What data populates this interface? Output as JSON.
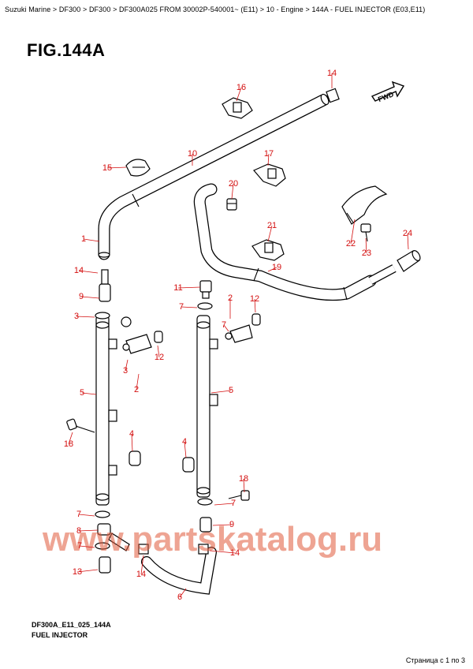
{
  "breadcrumb": "Suzuki Marine > DF300 > DF300 > DF300A025 FROM 30002P-540001~ (E11) > 10 - Engine > 144A - FUEL INJECTOR (E03,E11)",
  "figure_title": "FIG.144A",
  "fwd_label": "FWD",
  "figure_code": "DF300A_E11_025_144A",
  "figure_subtitle": "FUEL INJECTOR",
  "watermark": "www.partskatalog.ru",
  "pager": "Страница с 1 по 3",
  "colors": {
    "callout": "#d41010",
    "watermark": "#e05a3a",
    "line": "#000000"
  },
  "callouts": [
    "14",
    "16",
    "10",
    "15",
    "17",
    "20",
    "1",
    "21",
    "22",
    "23",
    "24",
    "19",
    "14",
    "11",
    "9",
    "7",
    "2",
    "12",
    "3",
    "7",
    "3",
    "12",
    "2",
    "5",
    "5",
    "18",
    "4",
    "4",
    "18",
    "7",
    "7",
    "8",
    "9",
    "7",
    "14",
    "13",
    "14",
    "6"
  ]
}
